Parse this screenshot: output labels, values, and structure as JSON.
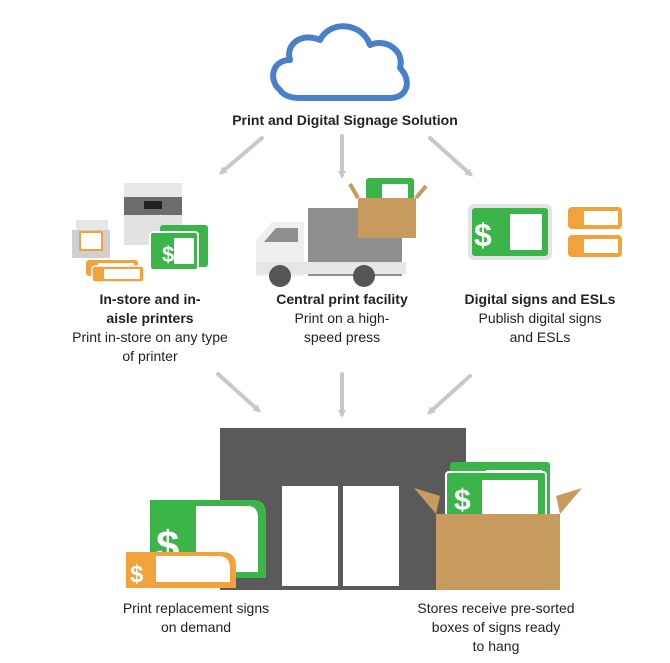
{
  "title": "Print and Digital Signage Solution",
  "channels": [
    {
      "heading_lines": [
        "In-store and in-",
        "aisle printers"
      ],
      "desc_lines": [
        "Print in-store on any type",
        "of printer"
      ]
    },
    {
      "heading_lines": [
        "Central print facility"
      ],
      "desc_lines": [
        "Print on a high-",
        "speed press"
      ]
    },
    {
      "heading_lines": [
        "Digital signs and ESLs"
      ],
      "desc_lines": [
        "Publish digital signs",
        "and ESLs"
      ]
    }
  ],
  "outcomes": [
    {
      "lines": [
        "Print replacement signs",
        "on demand"
      ]
    },
    {
      "lines": [
        "Stores receive pre-sorted",
        "boxes of signs ready",
        "to hang"
      ]
    }
  ],
  "sign_glyph": "$",
  "colors": {
    "cloud": "#4a7fc9",
    "arrow": "#c8c8c8",
    "green": "#3bb54a",
    "orange": "#f2a23a",
    "box": "#c79a5e",
    "store": "#5a5a5a",
    "truck": "#8f8f8f"
  }
}
